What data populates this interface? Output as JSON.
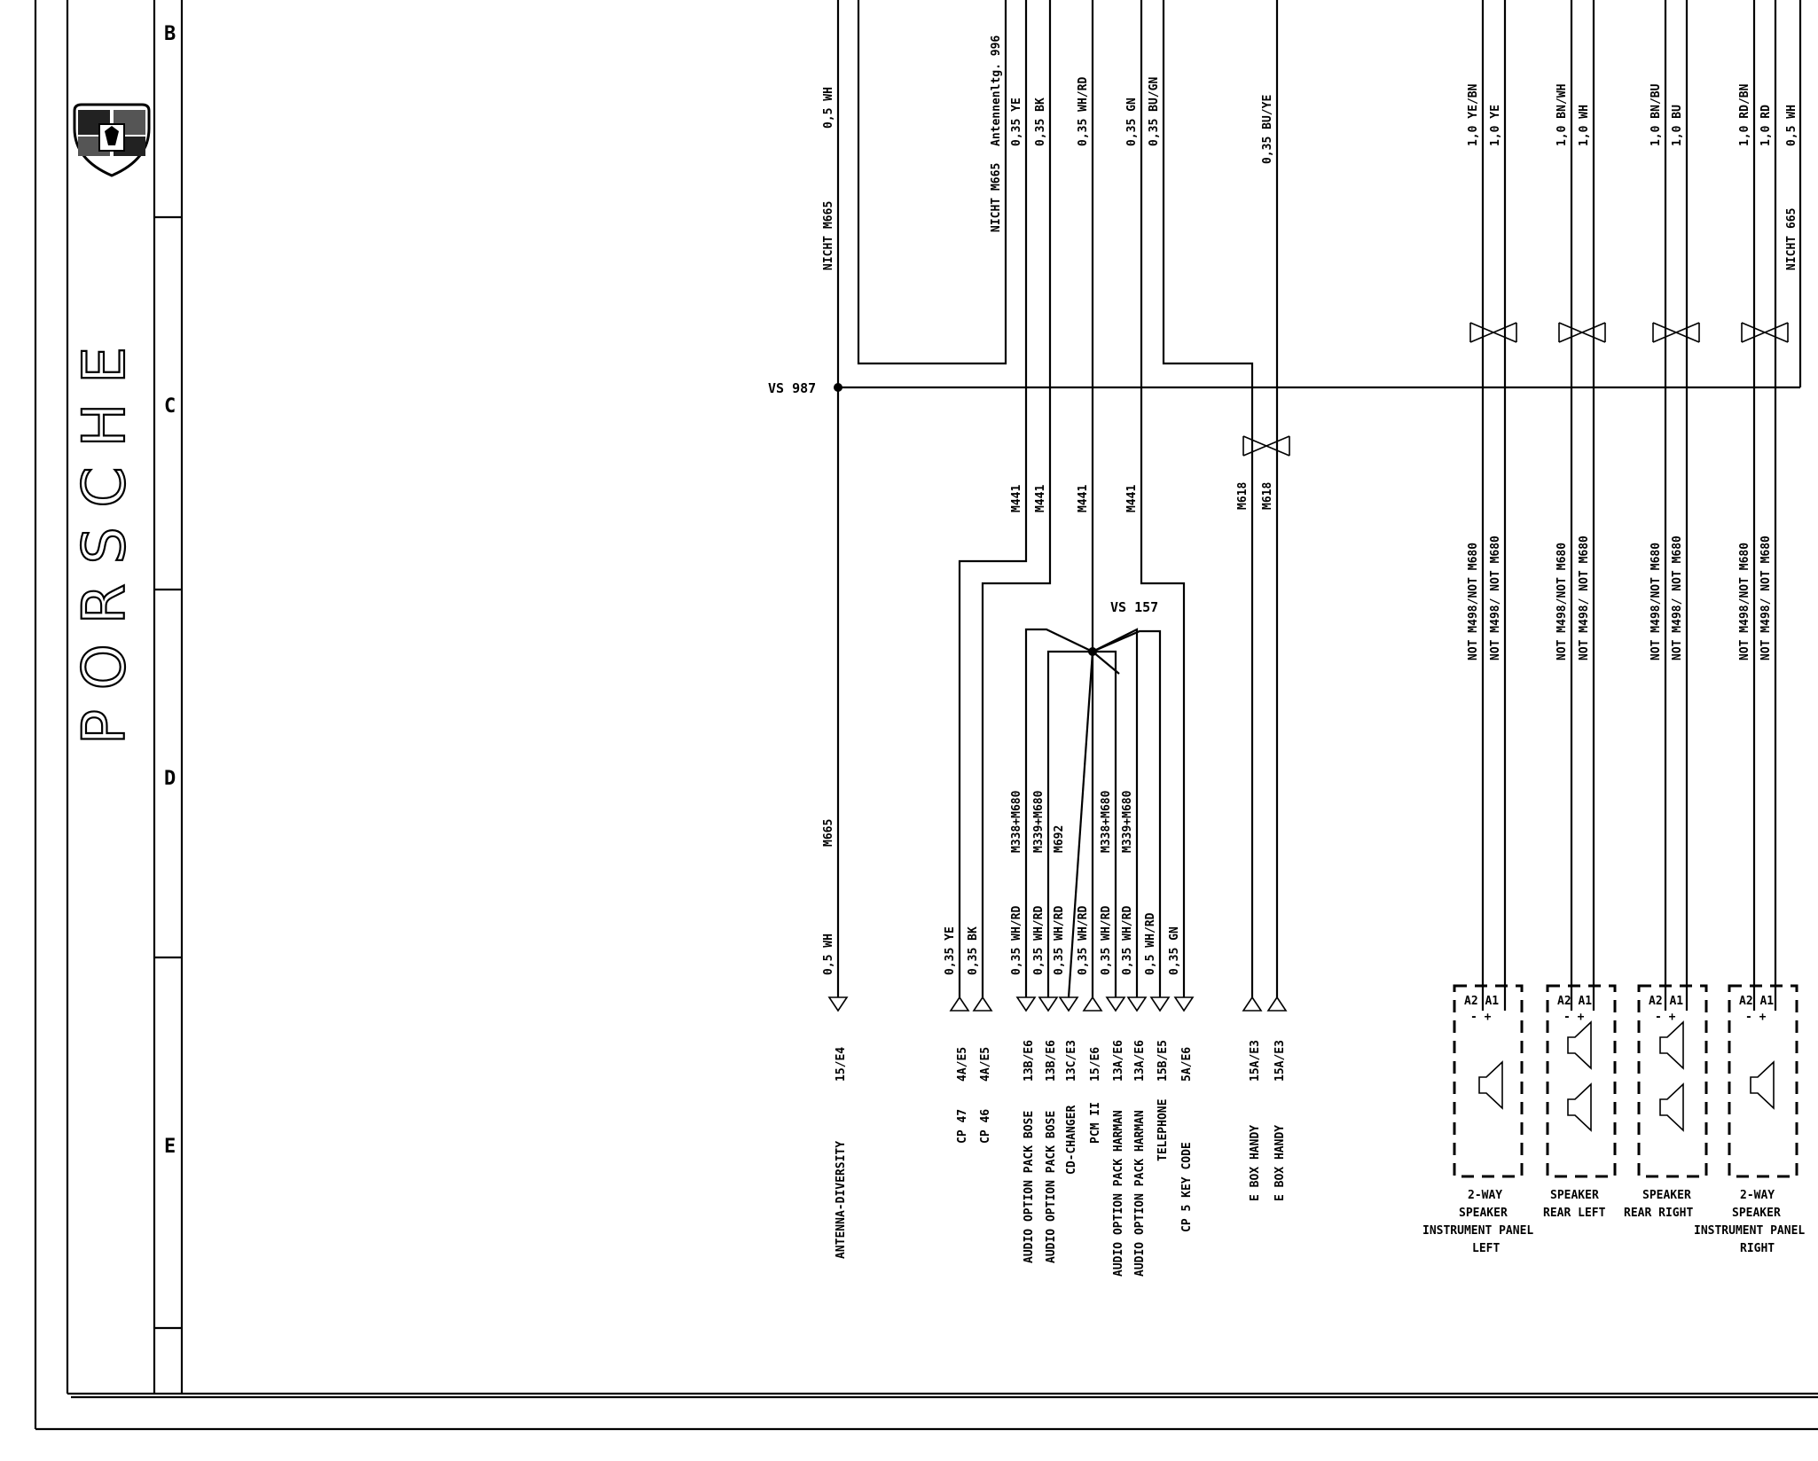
{
  "border": {
    "row_labels": [
      "B",
      "C",
      "D",
      "E"
    ],
    "brand": "PORSCHE"
  },
  "top_wires": [
    {
      "id": "w1",
      "code": "NICHT M665",
      "spec": "0,5 WH"
    },
    {
      "id": "w2",
      "code": "NICHT M665",
      "spec": "Antennenltg. 996"
    },
    {
      "id": "w3",
      "code": "",
      "spec": "0,35 YE"
    },
    {
      "id": "w4",
      "code": "",
      "spec": "0,35 BK"
    },
    {
      "id": "w5",
      "code": "",
      "spec": "0,35 WH/RD"
    },
    {
      "id": "w6",
      "code": "",
      "spec": "0,35 GN"
    },
    {
      "id": "w7",
      "code": "",
      "spec": "0,35 BU/GN"
    },
    {
      "id": "w8",
      "code": "",
      "spec": "0,35 BU/YE"
    }
  ],
  "speaker_top_wires": [
    {
      "id": "s1a",
      "spec": "1,0 YE/BN"
    },
    {
      "id": "s1b",
      "spec": "1,0 YE"
    },
    {
      "id": "s2a",
      "spec": "1,0 BN/WH"
    },
    {
      "id": "s2b",
      "spec": "1,0 WH"
    },
    {
      "id": "s3a",
      "spec": "1,0 BN/BU"
    },
    {
      "id": "s3b",
      "spec": "1,0 BU"
    },
    {
      "id": "s4a",
      "spec": "1,0 RD/BN"
    },
    {
      "id": "s4b",
      "spec": "1,0 RD"
    },
    {
      "id": "s4c",
      "spec": "0,5 WH",
      "code": "NICHT 665"
    }
  ],
  "splices": {
    "vs987": "VS 987",
    "vs157": "VS 157"
  },
  "option_codes": {
    "m441": "M441",
    "m618": "M618",
    "m665": "M665",
    "not_m498": "NOT M498/NOT M680",
    "not_m498_b": "NOT M498/ NOT M680"
  },
  "connectors": [
    {
      "id": "c1",
      "name": "ANTENNA-DIVERSITY",
      "pin": "15/E4",
      "spec": "0,5 WH",
      "code": "M665"
    },
    {
      "id": "c2",
      "name": "CP 47",
      "pin": "4A/E5",
      "spec": "0,35 YE",
      "code": ""
    },
    {
      "id": "c3",
      "name": "CP 46",
      "pin": "4A/E5",
      "spec": "0,35 BK",
      "code": ""
    },
    {
      "id": "c4",
      "name": "AUDIO OPTION PACK BOSE",
      "pin": "13B/E6",
      "spec": "0,35 WH/RD",
      "code": "M338+M680"
    },
    {
      "id": "c5",
      "name": "AUDIO OPTION PACK BOSE",
      "pin": "13B/E6",
      "spec": "0,35 WH/RD",
      "code": "M339+M680"
    },
    {
      "id": "c6",
      "name": "CD-CHANGER",
      "pin": "13C/E3",
      "spec": "0,35 WH/RD",
      "code": "M692"
    },
    {
      "id": "c7",
      "name": "PCM II",
      "pin": "15/E6",
      "spec": "0,35 WH/RD",
      "code": ""
    },
    {
      "id": "c8",
      "name": "AUDIO OPTION PACK HARMAN",
      "pin": "13A/E6",
      "spec": "0,35 WH/RD",
      "code": "M338+M680"
    },
    {
      "id": "c9",
      "name": "AUDIO OPTION PACK HARMAN",
      "pin": "13A/E6",
      "spec": "0,35 WH/RD",
      "code": "M339+M680"
    },
    {
      "id": "c10",
      "name": "TELEPHONE",
      "pin": "15B/E5",
      "spec": "0,5 WH/RD",
      "code": ""
    },
    {
      "id": "c11",
      "name": "CP 5  KEY CODE",
      "pin": "5A/E6",
      "spec": "0,35 GN",
      "code": ""
    },
    {
      "id": "c12",
      "name": "E BOX HANDY",
      "pin": "15A/E3",
      "spec": "",
      "code": ""
    },
    {
      "id": "c13",
      "name": "E BOX HANDY",
      "pin": "15A/E3",
      "spec": "",
      "code": ""
    }
  ],
  "speakers": [
    {
      "id": "sp1",
      "pins": "A2 A1",
      "pol": "-  +",
      "label": [
        "2-WAY",
        "SPEAKER",
        "INSTRUMENT PANEL",
        "LEFT"
      ]
    },
    {
      "id": "sp2",
      "pins": "A2 A1",
      "pol": "-  +",
      "label": [
        "SPEAKER",
        "REAR LEFT"
      ]
    },
    {
      "id": "sp3",
      "pins": "A2 A1",
      "pol": "-  +",
      "label": [
        "SPEAKER",
        "REAR RIGHT"
      ]
    },
    {
      "id": "sp4",
      "pins": "A2 A1",
      "pol": "-  +",
      "label": [
        "2-WAY",
        "SPEAKER",
        "INSTRUMENT PANEL",
        "RIGHT"
      ]
    }
  ],
  "colors": {
    "ink": "#000000",
    "paper": "#ffffff"
  }
}
